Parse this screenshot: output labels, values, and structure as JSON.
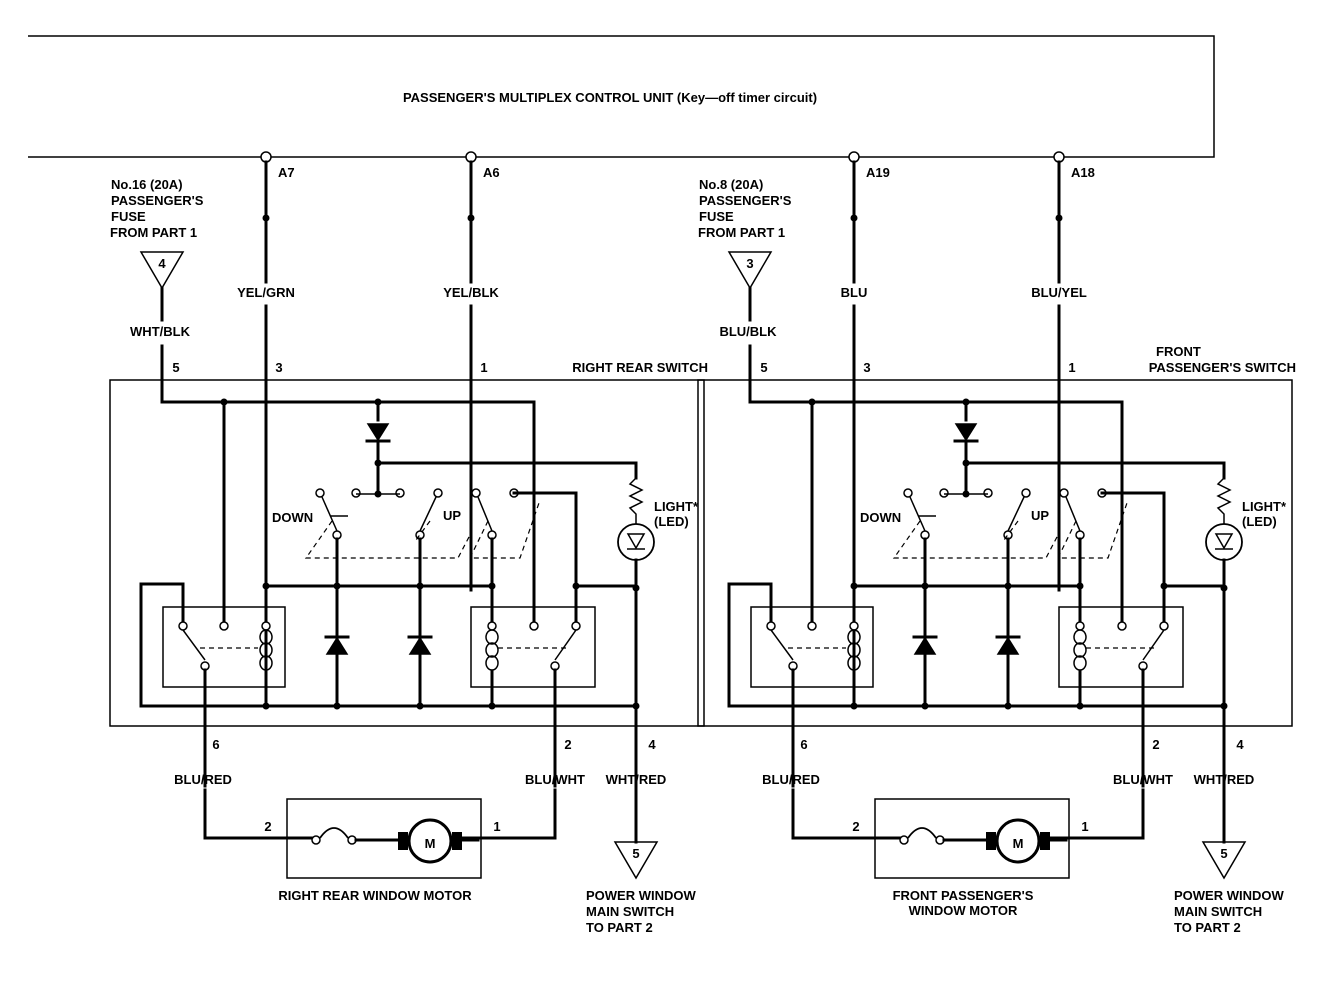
{
  "control_unit": {
    "label": "PASSENGER'S MULTIPLEX CONTROL UNIT (Key—off timer circuit)"
  },
  "left": {
    "fuse_lines": [
      "No.16 (20A)",
      "PASSENGER'S",
      "FUSE",
      "FROM PART 1"
    ],
    "fuse_connector": "4",
    "feed_wire": "WHT/BLK",
    "terminals": {
      "a": "A7",
      "b": "A6"
    },
    "wires": {
      "a": "YEL/GRN",
      "b": "YEL/BLK",
      "out_left": "BLU/RED",
      "out_right": "BLU/WHT",
      "ground": "WHT/RED"
    },
    "pins": {
      "feed": "5",
      "a": "3",
      "b": "1",
      "out_left": "6",
      "out_right": "2",
      "ground": "4"
    },
    "switch_title_lines": [
      "RIGHT REAR SWITCH"
    ],
    "down_label": "DOWN",
    "up_label": "UP",
    "light_lines": [
      "LIGHT*",
      "(LED)"
    ],
    "motor": {
      "symbol": "M",
      "pin_left": "2",
      "pin_right": "1",
      "label_lines": [
        "RIGHT REAR WINDOW MOTOR"
      ]
    },
    "ground_connector": "5",
    "ground_lines": [
      "POWER WINDOW",
      "MAIN SWITCH",
      "TO PART 2"
    ]
  },
  "right": {
    "fuse_lines": [
      "No.8 (20A)",
      "PASSENGER'S",
      "FUSE",
      "FROM PART 1"
    ],
    "fuse_connector": "3",
    "feed_wire": "BLU/BLK",
    "terminals": {
      "a": "A19",
      "b": "A18"
    },
    "wires": {
      "a": "BLU",
      "b": "BLU/YEL",
      "out_left": "BLU/RED",
      "out_right": "BLU/WHT",
      "ground": "WHT/RED"
    },
    "pins": {
      "feed": "5",
      "a": "3",
      "b": "1",
      "out_left": "6",
      "out_right": "2",
      "ground": "4"
    },
    "switch_title_lines": [
      "FRONT",
      "PASSENGER'S SWITCH"
    ],
    "down_label": "DOWN",
    "up_label": "UP",
    "light_lines": [
      "LIGHT*",
      "(LED)"
    ],
    "motor": {
      "symbol": "M",
      "pin_left": "2",
      "pin_right": "1",
      "label_lines": [
        "FRONT PASSENGER'S",
        "WINDOW MOTOR"
      ]
    },
    "ground_connector": "5",
    "ground_lines": [
      "POWER WINDOW",
      "MAIN SWITCH",
      "TO PART 2"
    ]
  }
}
